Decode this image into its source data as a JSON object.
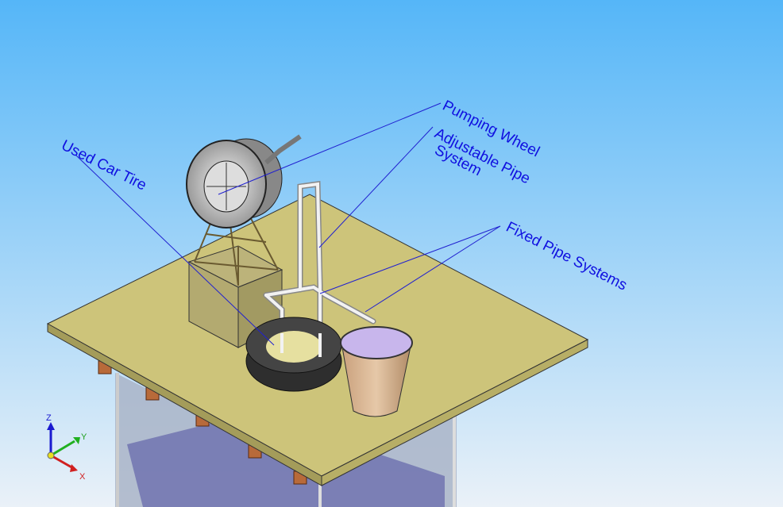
{
  "annotations": {
    "pumping_wheel": "Pumping Wheel",
    "adjustable_pipe_line1": "Adjustable Pipe",
    "adjustable_pipe_line2": "System",
    "fixed_pipe": "Fixed Pipe Systems",
    "used_tire": "Used Car Tire"
  },
  "triad": {
    "z": "Z",
    "y": "Y",
    "x": "X"
  },
  "colors": {
    "label": "#1010e0",
    "sky_top": "#55b6f8",
    "sky_bottom": "#eaf1f8",
    "table": "#cdc47a"
  }
}
